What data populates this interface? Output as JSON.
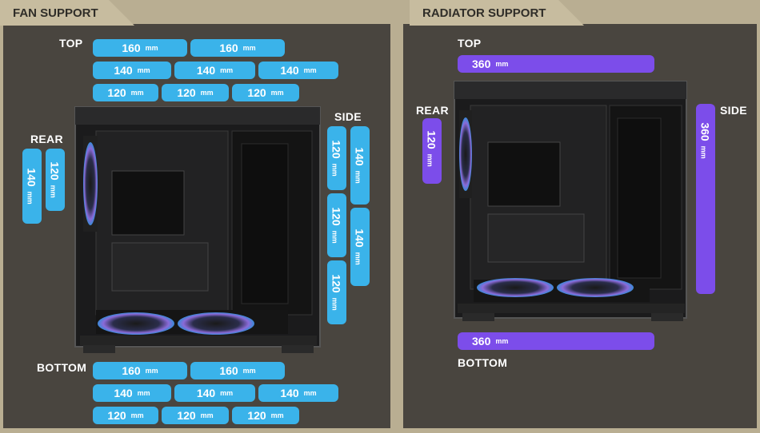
{
  "fan": {
    "title": "FAN SUPPORT",
    "labels": {
      "top": "TOP",
      "rear": "REAR",
      "side": "SIDE",
      "bottom": "BOTTOM"
    },
    "unit": "mm",
    "top": [
      [
        "160",
        "160"
      ],
      [
        "140",
        "140",
        "140"
      ],
      [
        "120",
        "120",
        "120"
      ]
    ],
    "rear": [
      "140",
      "120"
    ],
    "side": [
      "120",
      "140",
      "120",
      "140",
      "120"
    ],
    "bottom": [
      [
        "160",
        "160"
      ],
      [
        "140",
        "140",
        "140"
      ],
      [
        "120",
        "120",
        "120"
      ]
    ]
  },
  "radiator": {
    "title": "RADIATOR SUPPORT",
    "labels": {
      "top": "TOP",
      "rear": "REAR",
      "side": "SIDE",
      "bottom": "BOTTOM"
    },
    "unit": "mm",
    "top": "360",
    "rear": "120",
    "side": "360",
    "bottom": "360"
  },
  "colors": {
    "fan_pill": "#3ab3ea",
    "radiator_pill": "#7c4dea",
    "panel": "#49453f",
    "tab": "#c7bc9f"
  }
}
